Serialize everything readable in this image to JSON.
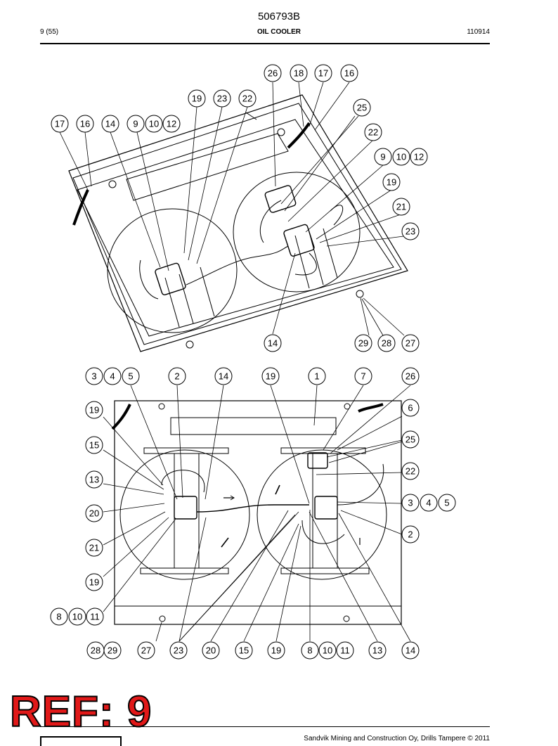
{
  "header": {
    "doc_number": "506793B",
    "page": "9 (55)",
    "section": "OIL COOLER",
    "date_code": "110914"
  },
  "reference": "REF: 9",
  "footer": {
    "copyright": "Sandvik Mining and Construction Oy, Drills Tampere © 2011"
  },
  "top_view_callouts": [
    "26",
    "18",
    "17",
    "16",
    "19",
    "23",
    "22",
    "25",
    "17",
    "16",
    "14",
    "9",
    "10",
    "12",
    "22",
    "9",
    "10",
    "12",
    "19",
    "21",
    "23",
    "14",
    "29",
    "28",
    "27"
  ],
  "bottom_view_callouts": [
    "3",
    "4",
    "5",
    "2",
    "14",
    "19",
    "1",
    "7",
    "26",
    "6",
    "19",
    "25",
    "15",
    "22",
    "13",
    "3",
    "4",
    "5",
    "20",
    "2",
    "21",
    "19",
    "8",
    "10",
    "11",
    "28",
    "29",
    "27",
    "23",
    "20",
    "15",
    "19",
    "8",
    "10",
    "11",
    "13",
    "14"
  ]
}
